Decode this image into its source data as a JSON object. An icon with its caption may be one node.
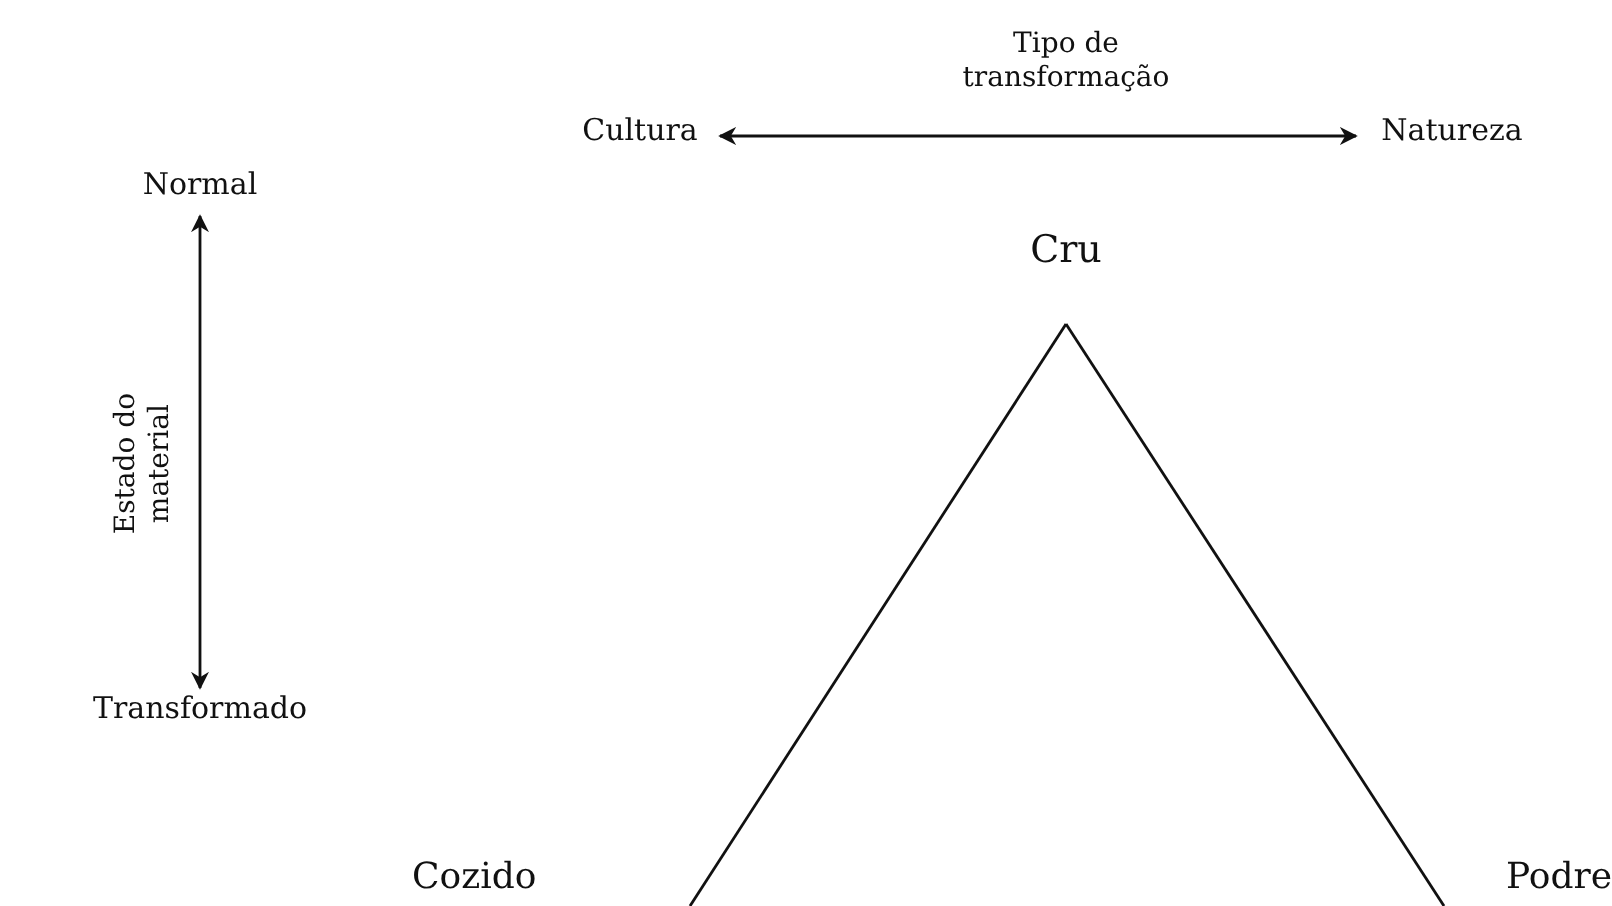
{
  "diagram": {
    "nodes": [
      {
        "text": [
          "Cultura"
        ]
      },
      {
        "text": [
          "Natureza"
        ]
      },
      {
        "text": [
          "Normal"
        ]
      },
      {
        "text": [
          "Transformado"
        ]
      },
      {
        "text": [
          "Cru"
        ]
      },
      {
        "text": [
          "Cozido"
        ]
      },
      {
        "text": [
          "Podre"
        ]
      }
    ],
    "edges": [
      {
        "from": 0,
        "to": 1,
        "arrow": "both",
        "label": "Tipo de transformação"
      },
      {
        "from": 2,
        "to": 3,
        "arrow": "both",
        "label": "Estado do material"
      },
      {
        "from": 4,
        "to": 5,
        "arrow": "none"
      },
      {
        "from": 4,
        "to": 6,
        "arrow": "none"
      }
    ]
  }
}
